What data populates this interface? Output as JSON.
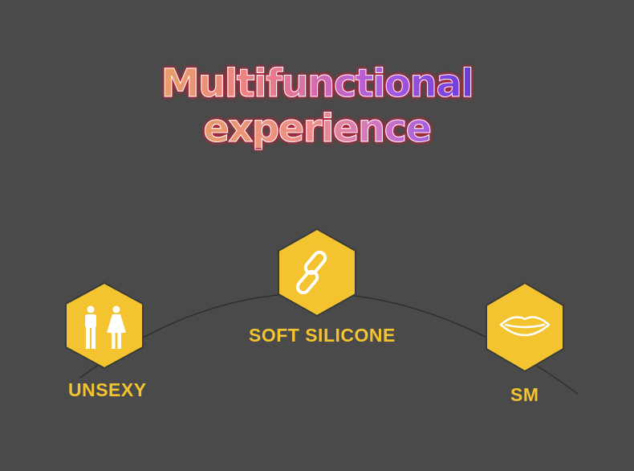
{
  "heading": {
    "line1": "Multifunctional",
    "line2": "experience"
  },
  "features": [
    {
      "label": "UNSEXY",
      "icon": "couple-icon"
    },
    {
      "label": "SOFT SILICONE",
      "icon": "chain-link-icon"
    },
    {
      "label": "SM",
      "icon": "lips-icon"
    }
  ],
  "colors": {
    "background": "#4a4a4a",
    "accent": "#f4c430"
  }
}
